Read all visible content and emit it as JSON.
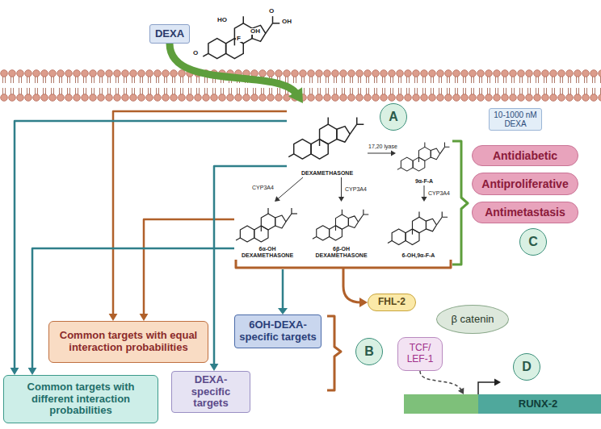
{
  "diagram": {
    "nodes": [
      {
        "text": [
          "DEXA"
        ]
      },
      {
        "text": [
          "A"
        ]
      },
      {
        "text": [
          "DEXAMETHASONE"
        ]
      },
      {
        "text": [
          "9α-F-A"
        ]
      },
      {
        "text": [
          "6α-OH DEXAMETHASONE"
        ]
      },
      {
        "text": [
          "6β-OH DEXAMETHASONE"
        ]
      },
      {
        "text": [
          "6-OH,9α-F-A"
        ]
      },
      {
        "text": [
          "10-1000 nM DEXA"
        ]
      },
      {
        "text": [
          "Antidiabetic"
        ]
      },
      {
        "text": [
          "Antiproliferative"
        ]
      },
      {
        "text": [
          "Antimetastasis"
        ]
      },
      {
        "text": [
          "C"
        ]
      },
      {
        "text": [
          "Common targets with equal interaction probabilities"
        ]
      },
      {
        "text": [
          "6OH-DEXA-specific targets"
        ]
      },
      {
        "text": [
          "B"
        ]
      },
      {
        "text": [
          "FHL-2"
        ]
      },
      {
        "text": [
          "β catenin"
        ]
      },
      {
        "text": [
          "TCF/ LEF-1"
        ]
      },
      {
        "text": [
          "D"
        ]
      },
      {
        "text": [
          "Common targets with different interaction probabilities"
        ]
      },
      {
        "text": [
          "DEXA-specific targets"
        ]
      },
      {
        "text": [
          "RUNX-2"
        ]
      }
    ],
    "edges": [
      {
        "from": 0,
        "to": 2,
        "arrow": "to"
      },
      {
        "from": 2,
        "to": 3,
        "label": "17,20 lyase",
        "arrow": "to"
      },
      {
        "from": 2,
        "to": 4,
        "label": "CYP3A4",
        "arrow": "to"
      },
      {
        "from": 2,
        "to": 5,
        "label": "CYP3A4",
        "arrow": "to"
      },
      {
        "from": 3,
        "to": 6,
        "label": "CYP3A4",
        "arrow": "to"
      },
      {
        "from": 2,
        "to": 12,
        "arrow": "to"
      },
      {
        "from": 4,
        "to": 12,
        "arrow": "to"
      },
      {
        "from": 2,
        "to": 19,
        "arrow": "to"
      },
      {
        "from": 4,
        "to": 19,
        "arrow": "to"
      },
      {
        "from": 2,
        "to": 20,
        "arrow": "to"
      },
      {
        "from": 17,
        "to": 21,
        "arrow": "to"
      }
    ],
    "labels": [
      "HO",
      "O",
      "F",
      "O",
      "OH",
      "OH"
    ]
  }
}
